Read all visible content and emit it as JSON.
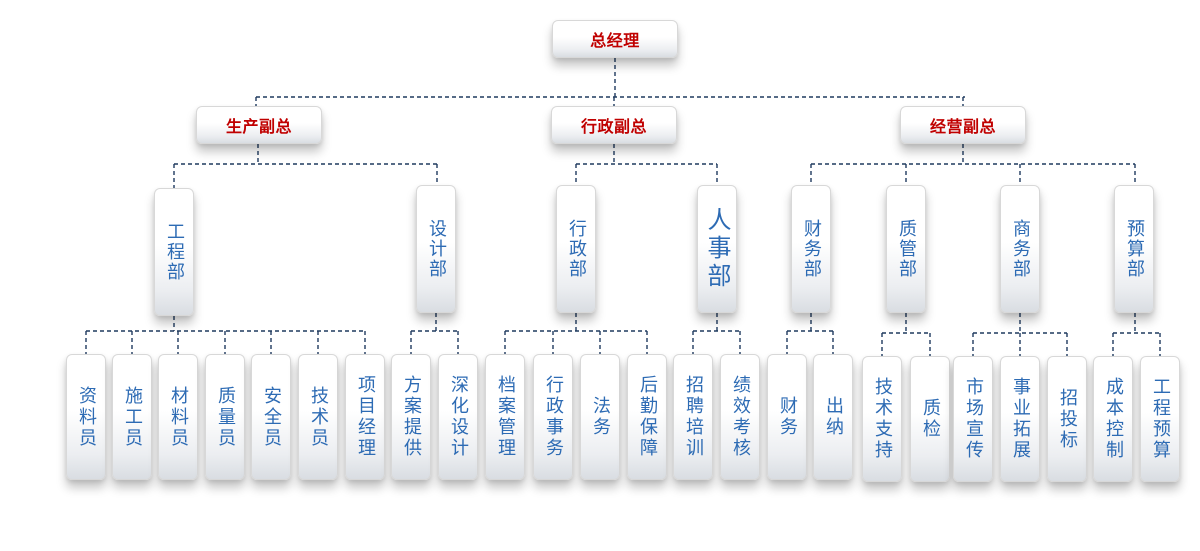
{
  "root": "总经理",
  "vps": [
    {
      "label": "生产副总"
    },
    {
      "label": "行政副总"
    },
    {
      "label": "经营副总"
    }
  ],
  "departments": [
    {
      "label": "工程部",
      "staff": [
        "资料员",
        "施工员",
        "材料员",
        "质量员",
        "安全员",
        "技术员",
        "项目经理"
      ]
    },
    {
      "label": "设计部",
      "staff": [
        "方案提供",
        "深化设计"
      ]
    },
    {
      "label": "行政部",
      "staff": [
        "档案管理",
        "行政事务",
        "法务",
        "后勤保障"
      ]
    },
    {
      "label": "人事部",
      "staff": [
        "招聘培训",
        "绩效考核"
      ]
    },
    {
      "label": "财务部",
      "staff": [
        "财务",
        "出纳"
      ]
    },
    {
      "label": "质管部",
      "staff": [
        "技术支持",
        "质检"
      ]
    },
    {
      "label": "商务部",
      "staff": [
        "市场宣传",
        "事业拓展",
        "招投标"
      ]
    },
    {
      "label": "预算部",
      "staff": [
        "成本控制",
        "工程预算"
      ]
    }
  ],
  "colors": {
    "title_red": "#c00000",
    "text_blue": "#2d6bb4",
    "line": "#1f3a5f"
  }
}
